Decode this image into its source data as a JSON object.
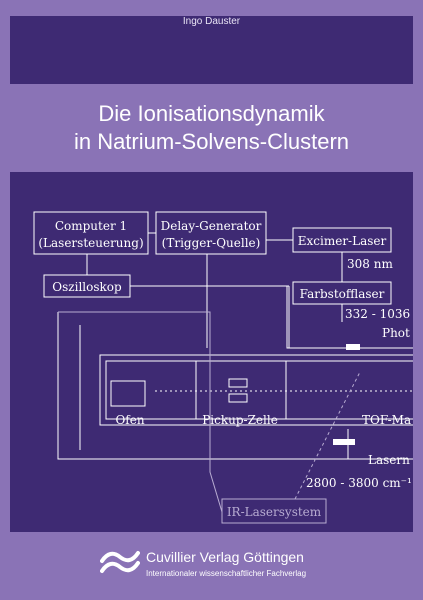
{
  "cover": {
    "author": "Ingo Dauster",
    "title_line1": "Die Ionisationsdynamik",
    "title_line2": "in Natrium-Solvens-Clustern"
  },
  "diagram": {
    "computer_line1": "Computer 1",
    "computer_line2": "(Lasersteuerung)",
    "delay_line1": "Delay-Generator",
    "delay_line2": "(Trigger-Quelle)",
    "excimer": "Excimer-Laser",
    "nm308": "308 nm",
    "oszilloskop": "Oszilloskop",
    "farbstoff": "Farbstofflaser",
    "range332": "332 - 1036",
    "phot": "Phot",
    "ofen": "Ofen",
    "pickup": "Pickup-Zelle",
    "tof": "TOF-Ma",
    "lasern": "Lasern",
    "ir_range": "2800 - 3800 cm⁻¹",
    "ir_laser": "IR-Lasersystem"
  },
  "publisher": {
    "name": "Cuvillier Verlag Göttingen",
    "subtitle": "Internationaler wissenschaftlicher Fachverlag"
  },
  "colors": {
    "background": "#8a73b6",
    "panel": "#3e2a73",
    "text": "#ffffff",
    "gray_line": "#b8acd2"
  }
}
